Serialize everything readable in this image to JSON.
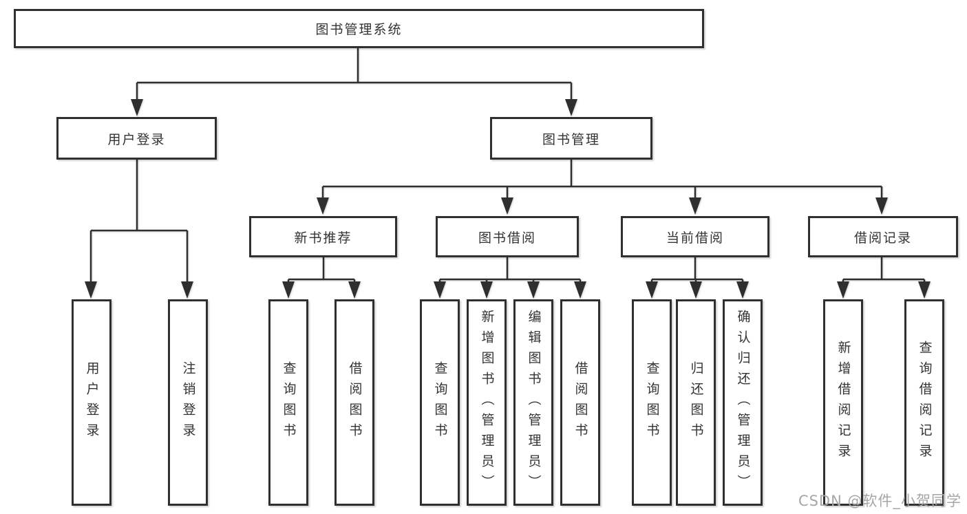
{
  "diagram": {
    "title": "图书管理系统",
    "level2": [
      {
        "label": "用户登录"
      },
      {
        "label": "图书管理"
      }
    ],
    "level3": [
      {
        "label": "新书推荐"
      },
      {
        "label": "图书借阅"
      },
      {
        "label": "当前借阅"
      },
      {
        "label": "借阅记录"
      }
    ],
    "leaves": {
      "user_login": [
        {
          "label": "用户登录"
        },
        {
          "label": "注销登录"
        }
      ],
      "new_book_recommend": [
        {
          "label": "查询图书"
        },
        {
          "label": "借阅图书"
        }
      ],
      "book_borrow": [
        {
          "label": "查询图书"
        },
        {
          "label": "新增图书（管理员）"
        },
        {
          "label": "编辑图书（管理员）"
        },
        {
          "label": "借阅图书"
        }
      ],
      "current_borrow": [
        {
          "label": "查询图书"
        },
        {
          "label": "归还图书"
        },
        {
          "label": "确认归还（管理员）"
        }
      ],
      "borrow_record": [
        {
          "label": "新增借阅记录"
        },
        {
          "label": "查询借阅记录"
        }
      ]
    },
    "watermark": "CSDN @软件_小贺同学",
    "colors": {
      "line": "#2f2f2f",
      "border": "#2f2f2f",
      "text": "#333333",
      "background": "#ffffff",
      "watermark": "#a6a6a6"
    }
  }
}
